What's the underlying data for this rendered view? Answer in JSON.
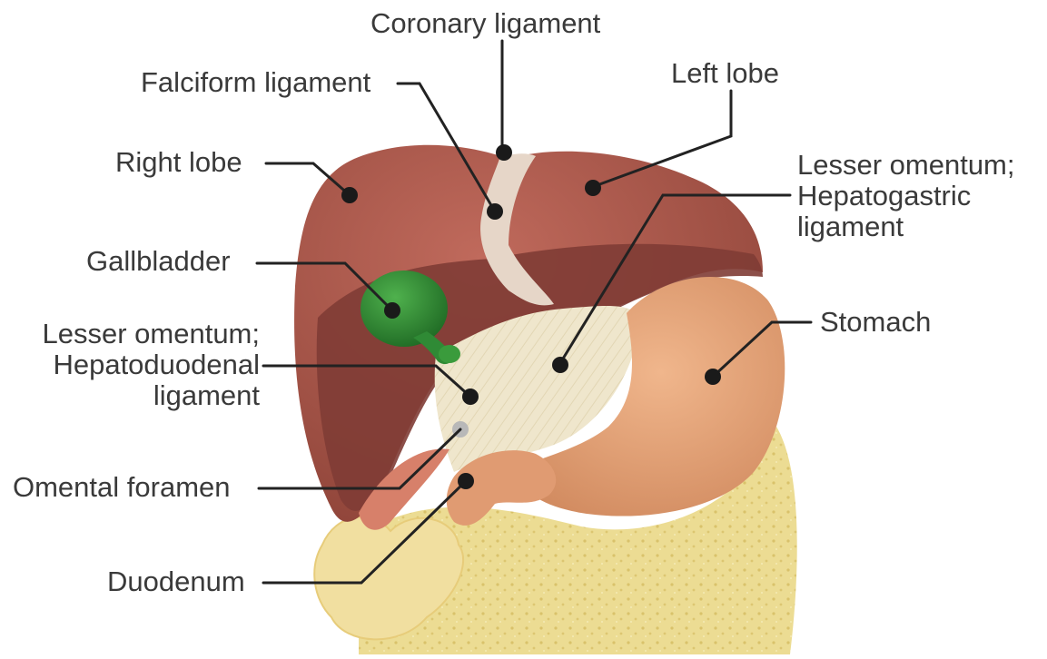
{
  "labels": {
    "coronary_ligament": "Coronary ligament",
    "falciform_ligament": "Falciform ligament",
    "left_lobe": "Left lobe",
    "right_lobe": "Right lobe",
    "hepatogastric": [
      "Lesser omentum;",
      "Hepatogastric",
      "ligament"
    ],
    "gallbladder": "Gallbladder",
    "stomach": "Stomach",
    "hepatoduodenal": [
      "Lesser omentum;",
      "Hepatoduodenal",
      "ligament"
    ],
    "omental_foramen": "Omental foramen",
    "duodenum": "Duodenum"
  },
  "colors": {
    "liver": "#a8554a",
    "liver_dark": "#7c3a34",
    "ligament": "#e8d9cc",
    "gallbladder": "#2f8a35",
    "stomach": "#e3a57a",
    "omentum": "#efe6cc",
    "fat": "#ead98c",
    "leader": "#222222"
  }
}
